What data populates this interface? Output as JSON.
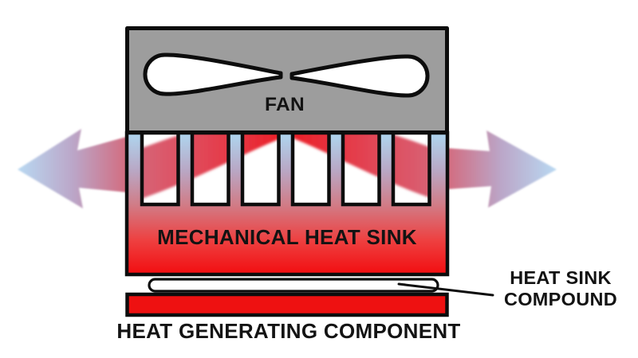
{
  "diagram": {
    "type": "labeled-diagram",
    "subject": "Fan-cooled mechanical heat sink assembly cross-section",
    "labels": {
      "fan": "FAN",
      "heat_sink": "MECHANICAL HEAT SINK",
      "heat_sink_compound_line1": "HEAT SINK",
      "heat_sink_compound_line2": "COMPOUND",
      "heat_generating_component": "HEAT GENERATING COMPONENT"
    },
    "colors": {
      "background": "#ffffff",
      "outline": "#0d0d0d",
      "text": "#131313",
      "fan_housing_gray": "#9d9d9d",
      "blade_white": "#ffffff",
      "fin_cool_blue": "#aed6f0",
      "fin_mid_mauve": "#b9a7c4",
      "fin_warm_pink": "#d07e89",
      "base_hot_red": "#ee4040",
      "base_hottest_red": "#f20d10",
      "component_red": "#ee1111",
      "heat_burst_red": "#ec1c24",
      "heat_mid_red": "#e04b5c",
      "heat_flow_pink": "#d4697c",
      "airflow_mid_mauve": "#bba6c8",
      "airflow_cool_blue": "#b9d9f2",
      "compound_white": "#ffffff"
    }
  }
}
